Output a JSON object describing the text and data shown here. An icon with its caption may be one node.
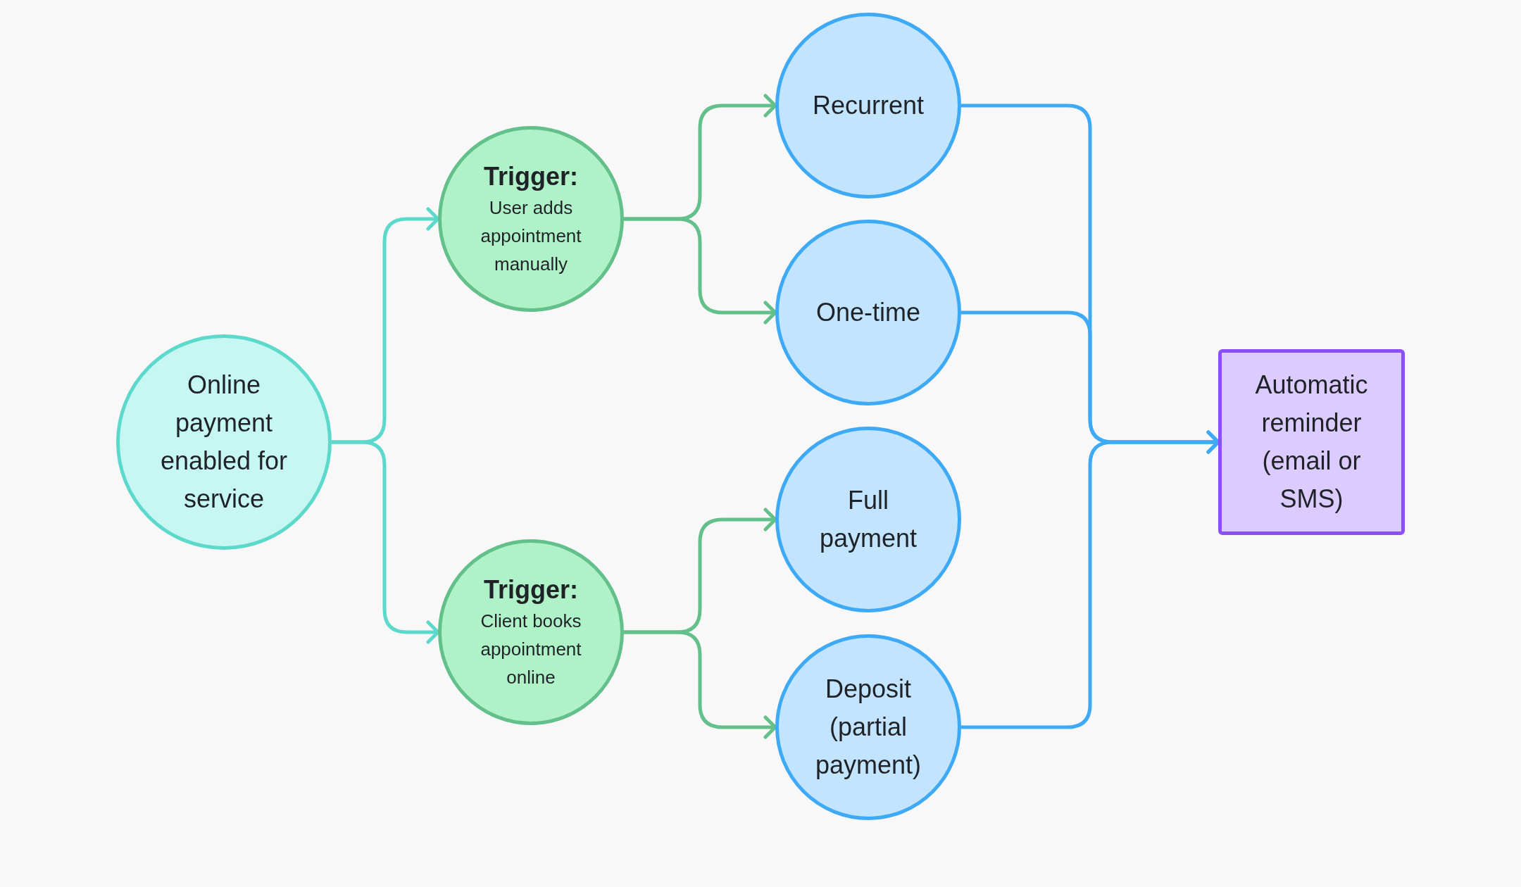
{
  "diagram": {
    "nodes": [
      {
        "text": [
          "Online payment enabled for service"
        ]
      },
      {
        "text": [
          "Trigger:",
          "User adds appointment manually"
        ]
      },
      {
        "text": [
          "Trigger:",
          "Client books appointment online"
        ]
      },
      {
        "text": [
          "Recurrent"
        ]
      },
      {
        "text": [
          "One-time"
        ]
      },
      {
        "text": [
          "Full payment"
        ]
      },
      {
        "text": [
          "Deposit (partial payment)"
        ]
      },
      {
        "text": [
          "Automatic reminder (email or SMS)"
        ]
      }
    ],
    "edges": [
      {
        "from": 0,
        "to": 1,
        "arrow": "to",
        "color": "#5dd9cc"
      },
      {
        "from": 0,
        "to": 2,
        "arrow": "to",
        "color": "#5dd9cc"
      },
      {
        "from": 1,
        "to": 3,
        "arrow": "to",
        "color": "#63c08a"
      },
      {
        "from": 1,
        "to": 4,
        "arrow": "to",
        "color": "#63c08a"
      },
      {
        "from": 2,
        "to": 5,
        "arrow": "to",
        "color": "#63c08a"
      },
      {
        "from": 2,
        "to": 6,
        "arrow": "to",
        "color": "#63c08a"
      },
      {
        "from": 3,
        "to": 7,
        "arrow": "to",
        "color": "#3eaaf5"
      },
      {
        "from": 4,
        "to": 7,
        "arrow": "to",
        "color": "#3eaaf5"
      },
      {
        "from": 6,
        "to": 7,
        "arrow": "to",
        "color": "#3eaaf5"
      }
    ]
  }
}
